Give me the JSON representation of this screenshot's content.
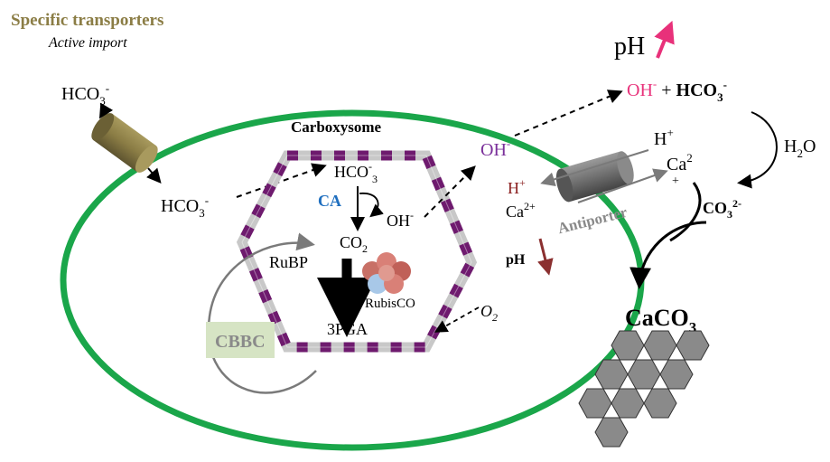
{
  "header": {
    "title": "Specific transporters",
    "subtitle": "Active import"
  },
  "labels": {
    "hco3_outside": "HCO",
    "hco3_outside_sub": "3",
    "hco3_outside_sup": "-",
    "hco3_inside": "HCO",
    "hco3_inside_sub": "3",
    "hco3_inside_sup": "-",
    "carboxysome": "Carboxysome",
    "hco3_carb": "HCO",
    "hco3_carb_sup": "-",
    "hco3_carb_sub": "3",
    "ca": "CA",
    "oh_carb": "OH",
    "oh_carb_sup": "-",
    "co2": "CO",
    "co2_sub": "2",
    "rubp": "RuBP",
    "rubisco": "RubisCO",
    "pga": "3PGA",
    "o2": "O",
    "o2_sub": "2",
    "cbbc": "CBBC",
    "oh_cell": "OH",
    "oh_cell_sup": "-",
    "hplus_left": "H",
    "hplus_left_sup": "+",
    "ca_left": "Ca",
    "ca_left_sup": "2+",
    "antiporter": "Antiporter",
    "ph_down": "pH",
    "hplus_right": "H",
    "hplus_right_sup": "+",
    "ca_right": "Ca",
    "ca_right_sup": "2",
    "ca_right_plus": "+",
    "ph_up": "pH",
    "eq_oh": "OH",
    "eq_oh_sup": "-",
    "eq_plus": " + ",
    "eq_hco3": "HCO",
    "eq_hco3_sub": "3",
    "eq_hco3_sup": "-",
    "h2o": "H",
    "h2o_sub": "2",
    "h2o_o": "O",
    "co3": "CO",
    "co3_sub": "3",
    "co3_sup": "2-",
    "caco3": "CaCO",
    "caco3_sub": "3"
  },
  "colors": {
    "cell_membrane": "#1aa64a",
    "transporter": "#8b7d45",
    "header_text": "#8b7d45",
    "carboxysome_dark": "#6e1a6e",
    "carboxysome_light": "#c8c8c8",
    "ca_blue": "#1f6fbf",
    "oh_purple": "#7a2f9a",
    "h_plus_red": "#8b2020",
    "antiporter_gray": "#7a7a7a",
    "magenta": "#e8317a",
    "ph_down_arrow": "#8b3030",
    "cbbc_box": "#d6e4c4",
    "cbbc_text": "#8a8a8a",
    "caco3_crystal": "#8a8a8a"
  }
}
